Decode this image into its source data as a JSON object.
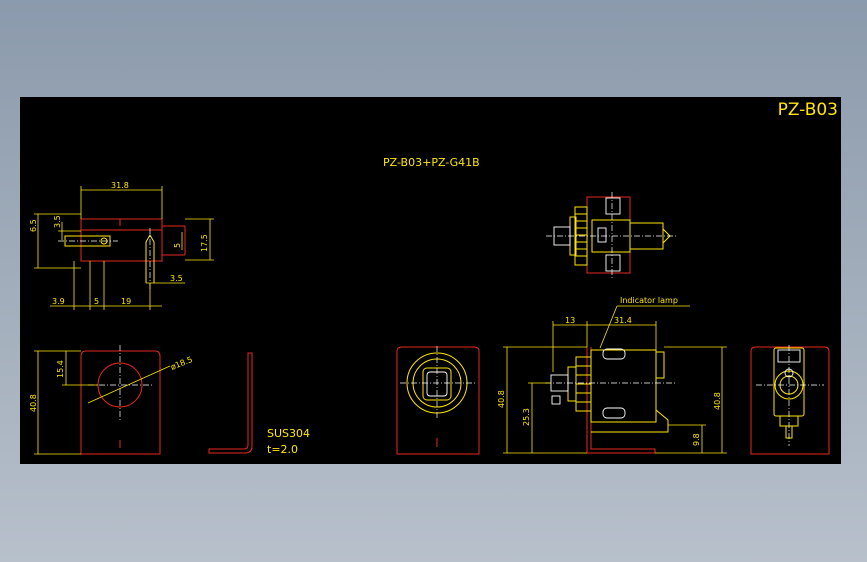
{
  "drawing": {
    "part_number": "PZ-B03",
    "assembly_title": "PZ-B03+PZ-G41B",
    "material": "SUS304",
    "thickness": "t=2.0",
    "callout": "Indicator lamp"
  },
  "dimensions": {
    "top_width": "31.8",
    "top_left_6_5": "6.5",
    "top_left_3_5": "3.5",
    "top_right_5": "5",
    "top_right_17_5": "17.5",
    "top_right_3_5": "3.5",
    "bottom_3_9": "3.9",
    "bottom_5": "5",
    "bottom_19": "19",
    "front_height": "40.8",
    "front_15_4": "15.4",
    "hole_diameter": "ø18.5",
    "side_13": "13",
    "side_31_4": "31.4",
    "side_left_40_8": "40.8",
    "side_25_3": "25.3",
    "side_right_40_8": "40.8",
    "side_9_8": "9.8"
  }
}
